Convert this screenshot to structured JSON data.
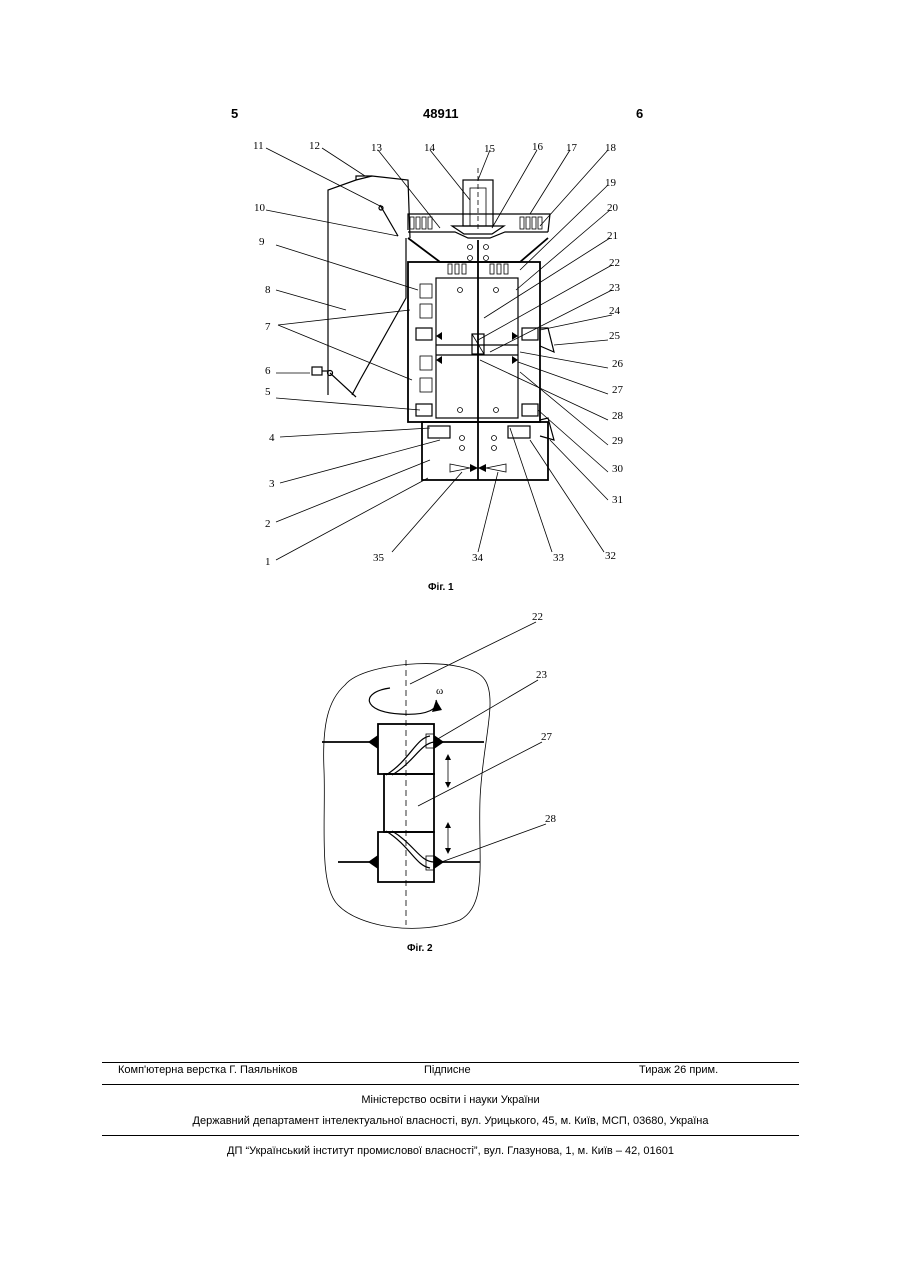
{
  "header": {
    "page_left": "5",
    "patent_number": "48911",
    "page_right": "6"
  },
  "fig1": {
    "caption": "Фіг. 1",
    "labels": [
      "1",
      "2",
      "3",
      "4",
      "5",
      "6",
      "7",
      "8",
      "9",
      "10",
      "11",
      "12",
      "13",
      "14",
      "15",
      "16",
      "17",
      "18",
      "19",
      "20",
      "21",
      "22",
      "23",
      "24",
      "25",
      "26",
      "27",
      "28",
      "29",
      "30",
      "31",
      "32",
      "33",
      "34",
      "35"
    ]
  },
  "fig2": {
    "caption": "Фіг. 2",
    "labels": [
      "22",
      "23",
      "27",
      "28"
    ],
    "omega": "ω"
  },
  "footer": {
    "layout": "Комп'ютерна верстка Г. Паяльніков",
    "signed": "Підписне",
    "circulation": "Тираж 26 прим.",
    "ministry": "Міністерство освіти і науки України",
    "department": "Державний департамент інтелектуальної власності, вул. Урицького, 45, м. Київ, МСП, 03680, Україна",
    "institute": "ДП “Український інститут промислової власності”, вул. Глазунова, 1, м. Київ – 42, 01601"
  }
}
